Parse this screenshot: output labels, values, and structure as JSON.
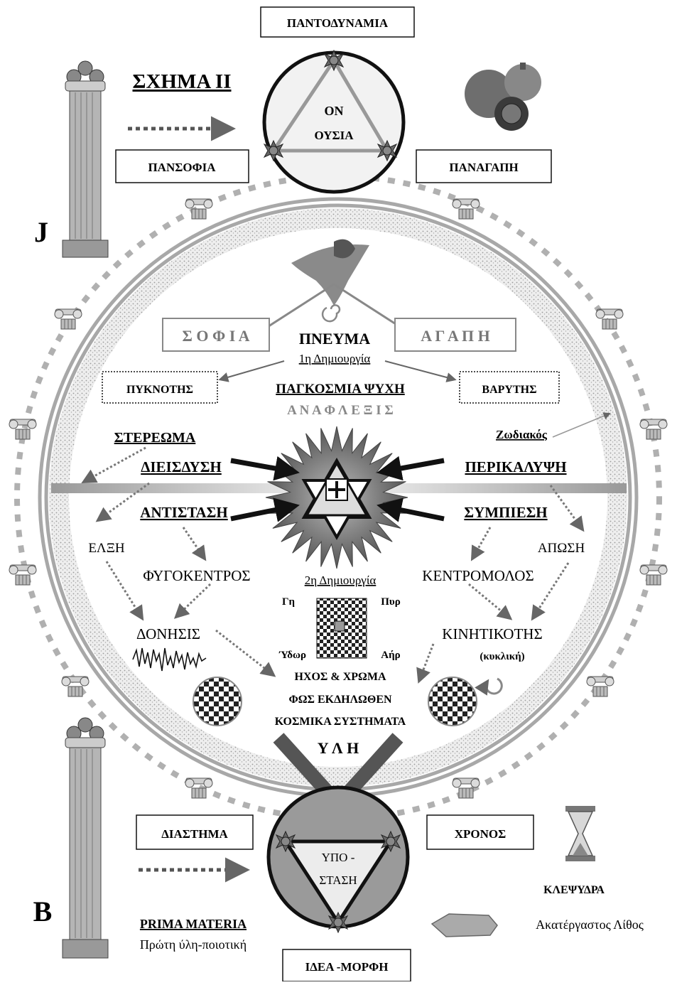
{
  "title": {
    "scheme": "ΣΧΗΜΑ ΙΙ",
    "letter_top": "J",
    "letter_bottom": "B"
  },
  "top": {
    "omnipotence": "ΠΑΝΤΟΔΥΝΑΜΙΑ",
    "omniscience": "ΠΑΝΣΟΦΙΑ",
    "omnilove": "ΠΑΝΑΓΑΠΗ",
    "circle_line1": "ΟΝ",
    "circle_line2": "ΟΥΣΙΑ"
  },
  "upper": {
    "sofia": "Σ Ο Φ Ι Α",
    "agapi": "Α Γ Α Π Η",
    "pneuma": "ΠΝΕΥΜΑ",
    "first_creation": "1η Δημιουργία",
    "density": "ΠΥΚΝΟΤΗΣ",
    "gravity": "ΒΑΡΥΤΗΣ",
    "world_soul": "ΠΑΓΚΟΣΜΙΑ ΨΥΧΗ",
    "ignition": "Α Ν Α Φ Λ Ε Ξ Ι Σ",
    "firmament": "ΣΤΕΡΕΩΜΑ",
    "zodiac": "Ζωδιακός"
  },
  "forces": {
    "penetration": "ΔΙΕΙΣΔΥΣΗ",
    "envelopment": "ΠΕΡΙΚΑΛΥΨΗ",
    "resistance": "ΑΝΤΙΣΤΑΣΗ",
    "compression": "ΣΥΜΠΙΕΣΗ",
    "attraction": "ΕΛΞΗ",
    "repulsion": "ΑΠΩΣΗ",
    "centrifugal": "ΦΥΓΟΚΕΝΤΡΟΣ",
    "centripetal": "ΚΕΝΤΡΟΜΟΛΟΣ",
    "vibration": "ΔΟΝΗΣΙΣ",
    "kinetics": "ΚΙΝΗΤΙΚΟΤΗΣ",
    "circular": "(κυκλική)"
  },
  "center": {
    "second_creation": "2η Δημιουργία",
    "earth": "Γη",
    "fire": "Πυρ",
    "water": "Ύδωρ",
    "air": "Αήρ",
    "sound_color": "ΗΧΟΣ & ΧΡΩΜΑ",
    "light": "ΦΩΣ ΕΚΔΗΛΩΘΕΝ",
    "systems": "ΚΟΣΜΙΚΑ ΣΥΣΤΗΜΑΤΑ",
    "matter": "Υ Λ Η"
  },
  "bottom": {
    "interval": "ΔΙΑΣΤΗΜΑ",
    "time": "ΧΡΟΝΟΣ",
    "circle_line1": "ΥΠΟ -",
    "circle_line2": "ΣΤΑΣΗ",
    "idea_form": "ΙΔΕΑ -ΜΟΡΦΗ",
    "prima_materia": "PRIMA MATERIA",
    "prima_sub": "Πρώτη ύλη-ποιοτική",
    "hourglass": "ΚΛΕΨΥΔΡΑ",
    "stone": "Ακατέργαστος Λίθος"
  },
  "colors": {
    "gray_ring": "#a8a8a8",
    "dark": "#111111",
    "star_center": "#555555",
    "top_circle": "#f2f2f2",
    "bottom_circle": "#9a9a9a"
  }
}
